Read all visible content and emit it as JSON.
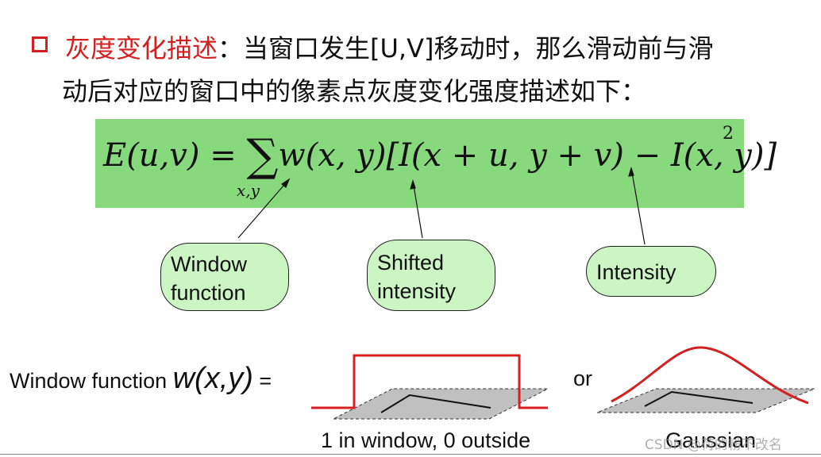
{
  "heading": {
    "term": "灰度变化描述",
    "colon_text": "：当窗口发生[U,V]移动时，那么滑动前与滑",
    "line2": "动后对应的窗口中的像素点灰度变化强度描述如下："
  },
  "formula": {
    "lhs": "E(u,v) = ",
    "sum": "∑",
    "sum_sub": "x,y",
    "body": "w(x, y)[I(x + u, y + v) − I(x, y)]",
    "power": "2"
  },
  "callouts": {
    "window": [
      "Window",
      "function"
    ],
    "shifted": [
      "Shifted",
      "intensity"
    ],
    "intensity": [
      "Intensity"
    ]
  },
  "window_function": {
    "label_prefix": "Window function ",
    "symbol": "w(x,y)",
    "equals": " =",
    "or": "or",
    "rect_caption": "1 in window, 0 outside",
    "gauss_caption": "Gaussian"
  },
  "colors": {
    "accent_red": "#d42020",
    "formula_bg": "#88d97d",
    "callout_bg": "#ccf5c4",
    "plane_gray": "#c0c0c0"
  },
  "watermark": "CSDN @荷的粉不改名"
}
